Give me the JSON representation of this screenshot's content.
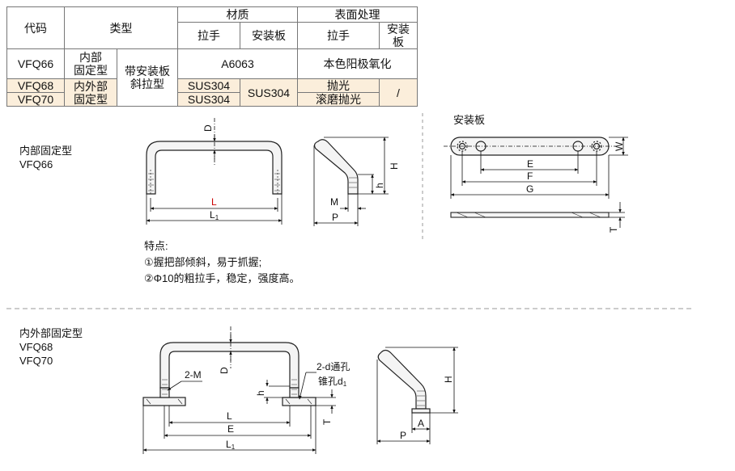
{
  "table": {
    "headers": {
      "code": "代码",
      "type": "类型",
      "material": "材质",
      "surface": "表面处理",
      "handle": "拉手",
      "plate": "安装板"
    },
    "rows": [
      {
        "code": "VFQ66",
        "type1": "内部\n固定型",
        "type2": "带安装板\n斜拉型",
        "material_merged": "A6063",
        "surface_merged": "本色阳极氧化"
      },
      {
        "code": "VFQ68",
        "type1": "内外部\n固定型",
        "mat_handle": "SUS304",
        "mat_plate": "SUS304",
        "surf_handle": "抛光",
        "surf_plate": "/"
      },
      {
        "code": "VFQ70",
        "mat_handle": "SUS304",
        "surf_handle": "滚磨抛光"
      }
    ]
  },
  "section1": {
    "title": "内部固定型",
    "code": "VFQ66"
  },
  "plate_title": "安装板",
  "notes": {
    "title": "特点:",
    "items": [
      "①握把部倾斜，易于抓握;",
      "②Φ10的粗拉手，稳定，强度高。"
    ]
  },
  "section2": {
    "title": "内外部固定型",
    "codes": [
      "VFQ68",
      "VFQ70"
    ]
  },
  "dims": {
    "D": "D",
    "L": "L",
    "L1": "L",
    "L1_sub": "1",
    "H": "H",
    "h": "h",
    "M": "M",
    "P": "P",
    "W": "W",
    "E": "E",
    "F": "F",
    "G": "G",
    "T": "T",
    "twoM": "2-M",
    "twoD": "2-d通孔",
    "cone": "锥孔d",
    "cone_sub": "1",
    "A": "A"
  },
  "colors": {
    "highlight": "#fbeedb",
    "L_label": "#cc0000",
    "divider": "#9a9a9a"
  }
}
